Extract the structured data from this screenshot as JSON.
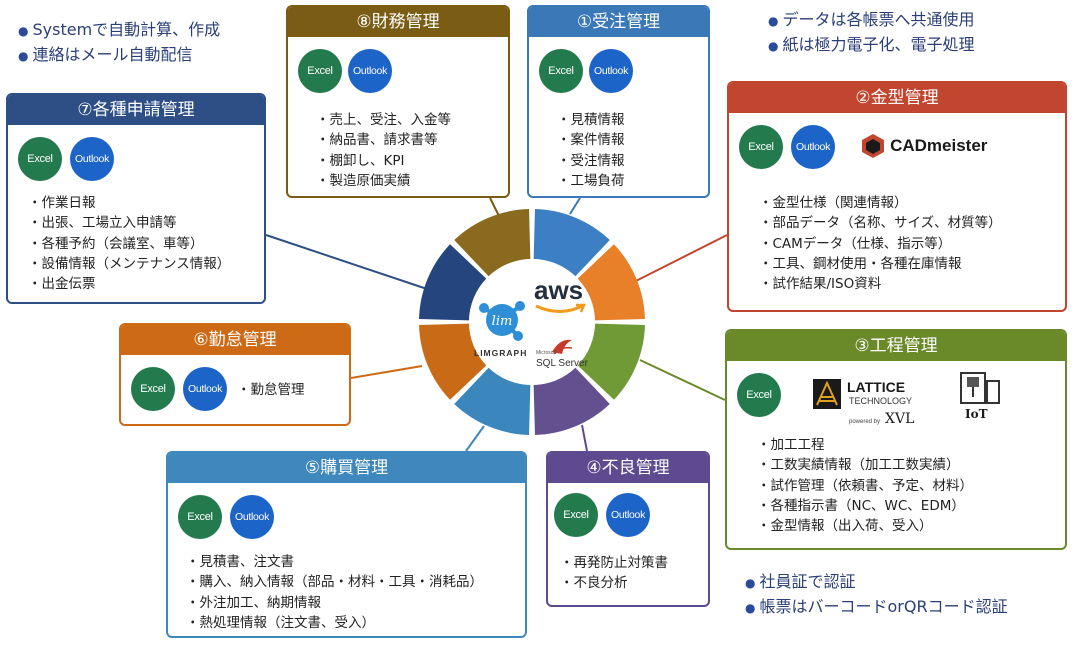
{
  "notes": {
    "top_left": [
      "Systemで自動計算、作成",
      "連絡はメール自動配信"
    ],
    "top_right": [
      "データは各帳票へ共通使用",
      "紙は極力電子化、電子処理"
    ],
    "bottom_right": [
      "社員証で認証",
      "帳票はバーコードorQRコード認証"
    ]
  },
  "badges": {
    "excel": "Excel",
    "outlook": "Outlook"
  },
  "center": {
    "aws": "aws",
    "limgraph": "LIMGRAPH",
    "lim": "lim",
    "sql_small": "Microsoft",
    "sql": "SQL Server"
  },
  "colors": {
    "navy": "#2d4f86",
    "brown": "#7a5c14",
    "blue": "#3a78b8",
    "red": "#c2452f",
    "olive": "#6a8a2a",
    "orange": "#cc6a16",
    "purple": "#5e4a8e",
    "teal": "#3e88bd",
    "ring_orange": "#e8802a",
    "ring_olive": "#6f9a35",
    "ring_purple": "#62508f",
    "ring_teal": "#3c86be",
    "ring_darkorange": "#c96a17",
    "ring_navy": "#24457d",
    "ring_brown": "#8a6a1e",
    "ring_blue": "#3c7fc4"
  },
  "cards": {
    "c1": {
      "title": "①受注管理",
      "items": [
        "見積情報",
        "案件情報",
        "受注情報",
        "工場負荷"
      ]
    },
    "c2": {
      "title": "②金型管理",
      "items": [
        "金型仕様（関連情報）",
        "部品データ（名称、サイズ、材質等）",
        "CAMデータ（仕様、指示等）",
        "工具、鋼材使用・各種在庫情報",
        "試作結果/ISO資料"
      ],
      "logo": "CADmeister"
    },
    "c3": {
      "title": "③工程管理",
      "items": [
        "加工工程",
        "工数実績情報（加工工数実績）",
        "試作管理（依頼書、予定、材料）",
        "各種指示書（NC、WC、EDM）",
        "金型情報（出入荷、受入）"
      ],
      "lattice": "LATTICE",
      "lattice_sub": "TECHNOLOGY",
      "powered": "powered by",
      "xvl": "XVL",
      "iot": "IoT"
    },
    "c4": {
      "title": "④不良管理",
      "items": [
        "再発防止対策書",
        "不良分析"
      ]
    },
    "c5": {
      "title": "⑤購買管理",
      "items": [
        "見積書、注文書",
        "購入、納入情報（部品・材料・工具・消耗品）",
        "外注加工、納期情報",
        "熱処理情報（注文書、受入）"
      ]
    },
    "c6": {
      "title": "⑥勤怠管理",
      "items": [
        "勤怠管理"
      ]
    },
    "c7": {
      "title": "⑦各種申請管理",
      "items": [
        "作業日報",
        "出張、工場立入申請等",
        "各種予約（会議室、車等）",
        "設備情報（メンテナンス情報）",
        "出金伝票"
      ]
    },
    "c8": {
      "title": "⑧財務管理",
      "items": [
        "売上、受注、入金等",
        "納品書、請求書等",
        "棚卸し、KPI",
        "製造原価実績"
      ]
    }
  }
}
